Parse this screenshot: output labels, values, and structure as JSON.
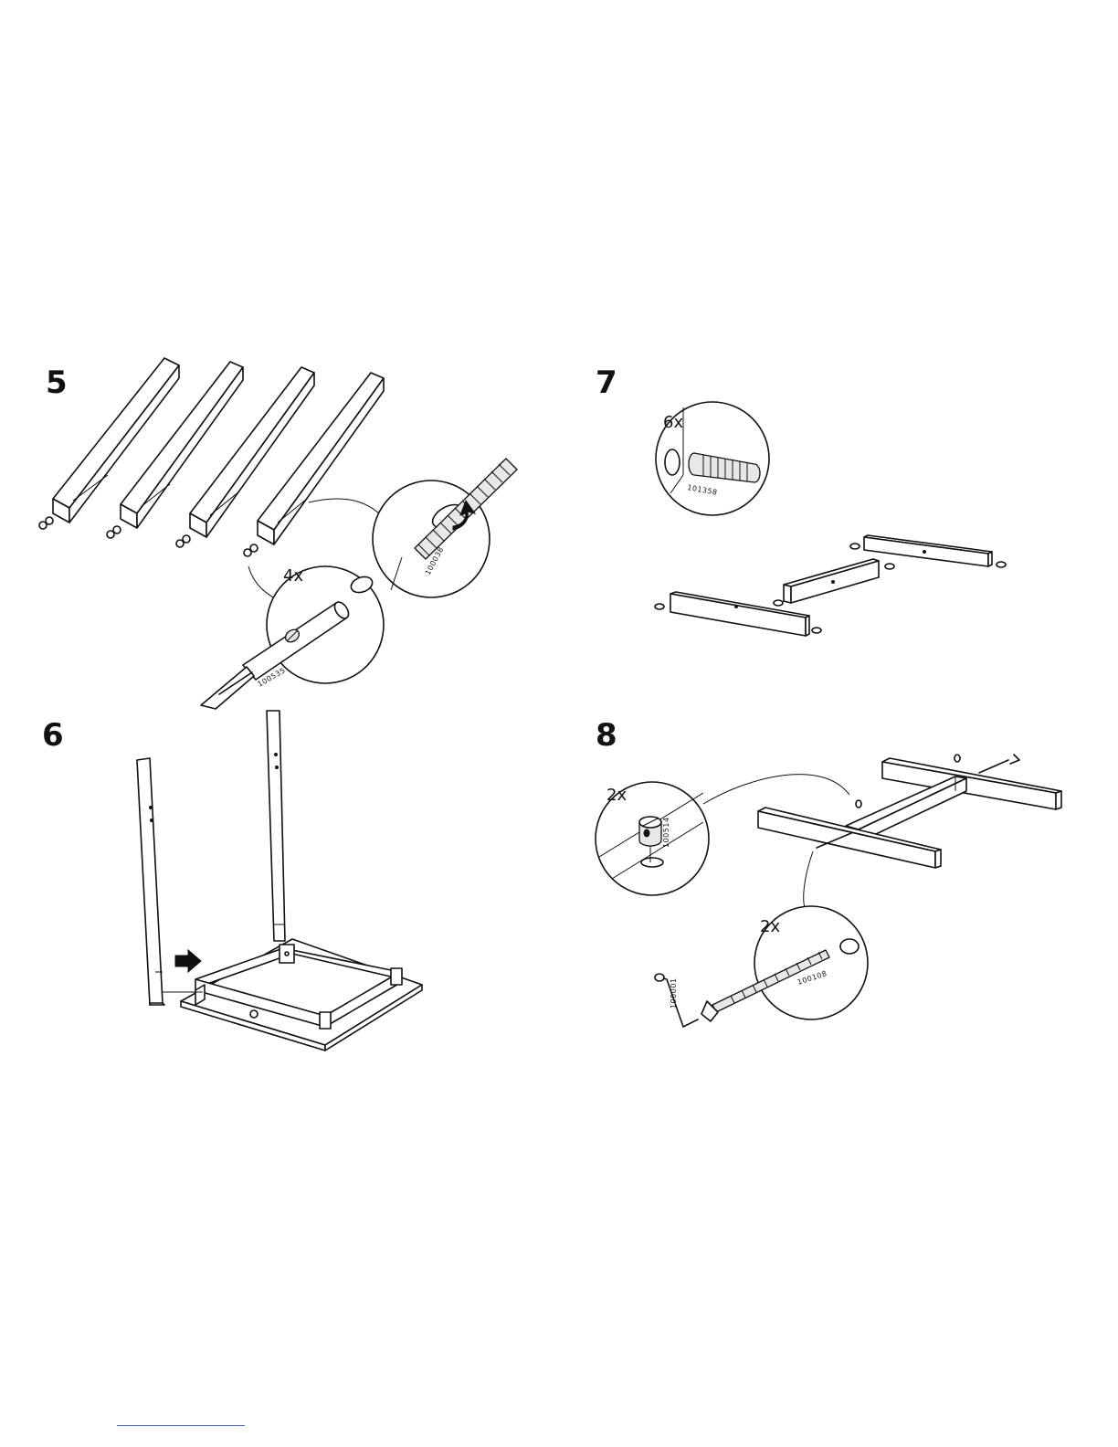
{
  "steps": [
    {
      "number": "5",
      "callouts": [
        {
          "quantity": "",
          "part_number": "100038"
        },
        {
          "quantity": "4x",
          "part_number": "100535"
        }
      ]
    },
    {
      "number": "6",
      "callouts": []
    },
    {
      "number": "7",
      "callouts": [
        {
          "quantity": "6x",
          "part_number": "101358"
        }
      ]
    },
    {
      "number": "8",
      "callouts": [
        {
          "quantity": "2x",
          "part_number": "100514"
        },
        {
          "quantity": "2x",
          "part_number": "100108"
        },
        {
          "quantity": "",
          "part_number": "100001"
        }
      ]
    }
  ],
  "colors": {
    "line": "#111111",
    "background": "#ffffff",
    "link": "#4a6fd6"
  },
  "icons": [
    "leg-icon",
    "cam-bolt-icon",
    "threaded-rod-icon",
    "cam-sleeve-icon",
    "screwdriver-icon",
    "frame-icon",
    "arrow-icon",
    "dowel-icon",
    "rail-icon",
    "barrel-nut-icon",
    "long-bolt-icon",
    "allen-key-icon"
  ]
}
